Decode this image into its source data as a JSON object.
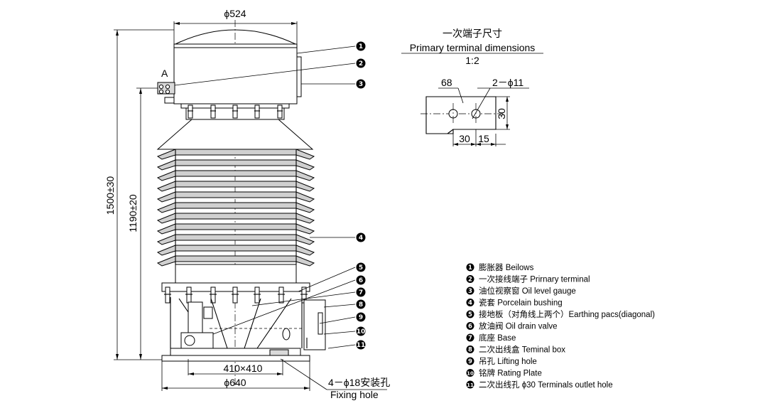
{
  "dimensions": {
    "top_diameter": "ϕ524",
    "height_total": "1500±30",
    "height_bushing": "1190±20",
    "base_pitch": "410×410",
    "base_diameter": "ϕ640",
    "fixing_hole_cn": "4－ϕ18安装孔",
    "fixing_hole_en": "Fixing hole",
    "view_label": "A"
  },
  "detail": {
    "title_cn": "一次端子尺寸",
    "title_en": "Primary terminal dimensions",
    "scale": "1:2",
    "dim_68": "68",
    "dim_holes": "2－ϕ11",
    "dim_30_vertical": "30",
    "dim_30": "30",
    "dim_15": "15"
  },
  "callouts": [
    "1",
    "2",
    "3",
    "4",
    "5",
    "6",
    "7",
    "8",
    "9",
    "10",
    "11"
  ],
  "legend": [
    {
      "num": "1",
      "text": "膨胀器  Beilows"
    },
    {
      "num": "2",
      "text": "一次接线端子 Prirnary terminal"
    },
    {
      "num": "3",
      "text": "油位视察窗  Oil level gauge"
    },
    {
      "num": "4",
      "text": "瓷套    Porcelain bushing"
    },
    {
      "num": "5",
      "text": "接地板（对角线上两个）Earthing pacs(diagonal)"
    },
    {
      "num": "6",
      "text": "放油阀  Oil drain valve"
    },
    {
      "num": "7",
      "text": "底座  Base"
    },
    {
      "num": "8",
      "text": "二次出线盒    Teminal box"
    },
    {
      "num": "9",
      "text": "吊孔   Lifting hole"
    },
    {
      "num": "10",
      "text": "铭牌    Rating Plate"
    },
    {
      "num": "11",
      "text": "二次出线孔 ϕ30  Terminals outlet hole"
    }
  ]
}
